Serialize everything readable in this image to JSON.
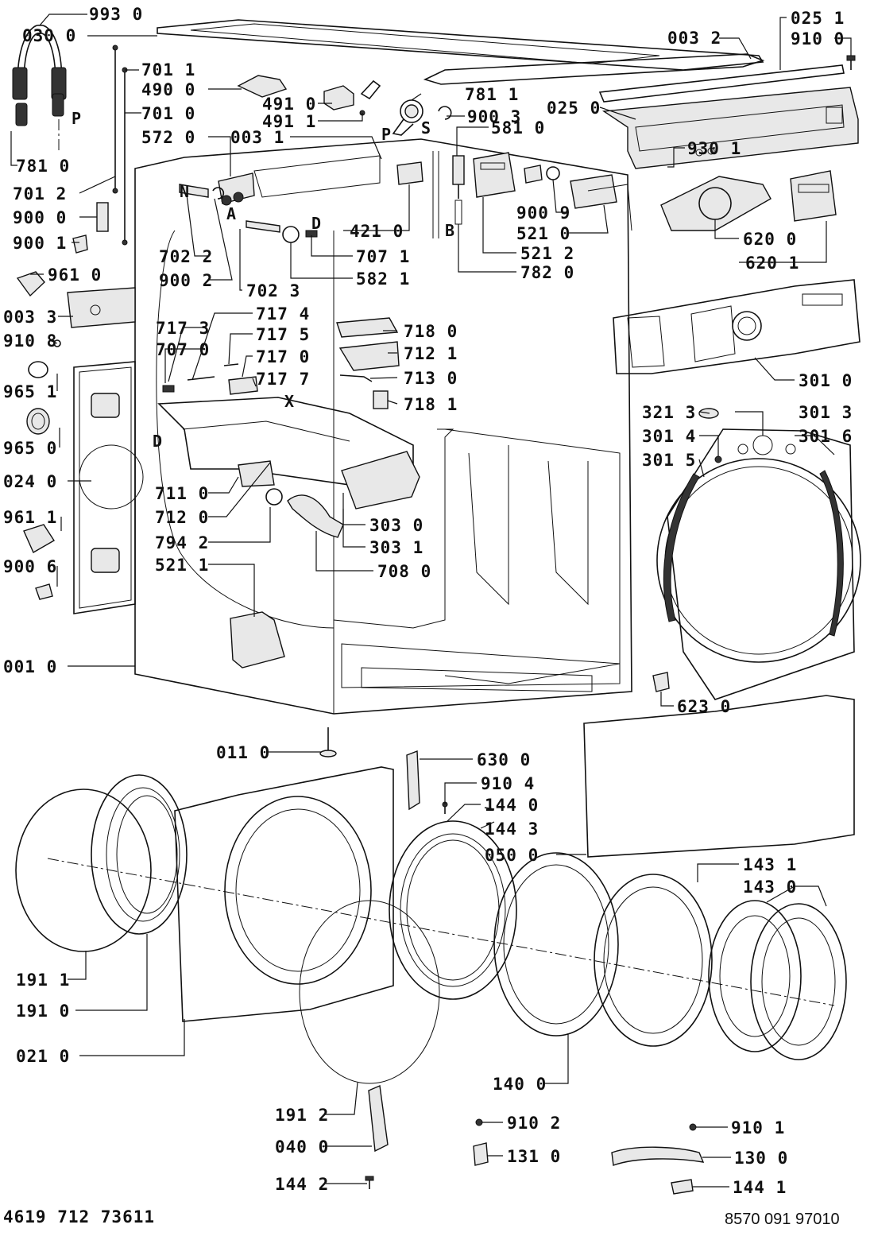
{
  "diagram": {
    "callouts": {
      "c_993_0": "993 0",
      "c_030_0": "030 0",
      "c_701_1": "701 1",
      "c_490_0": "490 0",
      "c_701_0": "701 0",
      "c_572_0": "572 0",
      "c_781_0": "781 0",
      "c_701_2": "701 2",
      "c_900_0": "900 0",
      "c_900_1": "900 1",
      "c_961_0": "961 0",
      "c_003_3": "003 3",
      "c_910_8": "910 8",
      "c_965_1": "965 1",
      "c_965_0": "965 0",
      "c_024_0": "024 0",
      "c_961_1": "961 1",
      "c_900_6": "900 6",
      "c_001_0": "001 0",
      "c_491_0": "491 0",
      "c_491_1": "491 1",
      "c_003_1": "003 1",
      "c_781_1": "781 1",
      "c_900_3": "900 3",
      "c_581_0": "581 0",
      "c_930_1": "930 1",
      "c_003_2": "003 2",
      "c_025_1": "025 1",
      "c_910_0": "910 0",
      "c_025_0": "025 0",
      "c_421_0": "421 0",
      "c_707_1": "707 1",
      "c_582_1": "582 1",
      "c_702_2": "702 2",
      "c_900_2": "900 2",
      "c_702_3": "702 3",
      "c_521_2": "521 2",
      "c_782_0": "782 0",
      "c_900_9": "900 9",
      "c_521_0": "521 0",
      "c_620_0": "620 0",
      "c_620_1": "620 1",
      "c_717_4": "717 4",
      "c_717_3": "717 3",
      "c_717_5": "717 5",
      "c_707_0": "707 0",
      "c_717_0": "717 0",
      "c_717_7": "717 7",
      "c_718_0": "718 0",
      "c_712_1": "712 1",
      "c_713_0": "713 0",
      "c_718_1": "718 1",
      "c_301_0": "301 0",
      "c_321_3": "321 3",
      "c_301_3": "301 3",
      "c_301_4": "301 4",
      "c_301_6": "301 6",
      "c_301_5": "301 5",
      "c_711_0": "711 0",
      "c_712_0": "712 0",
      "c_794_2": "794 2",
      "c_303_0": "303 0",
      "c_303_1": "303 1",
      "c_708_0": "708 0",
      "c_521_1": "521 1",
      "c_623_0": "623 0",
      "c_011_0": "011 0",
      "c_630_0": "630 0",
      "c_910_4": "910 4",
      "c_144_0": "144 0",
      "c_144_3": "144 3",
      "c_050_0": "050 0",
      "c_143_1": "143 1",
      "c_143_0": "143 0",
      "c_191_1": "191 1",
      "c_191_0": "191 0",
      "c_021_0": "021 0",
      "c_140_0": "140 0",
      "c_191_2": "191 2",
      "c_910_2": "910 2",
      "c_910_1": "910 1",
      "c_040_0": "040 0",
      "c_131_0": "131 0",
      "c_130_0": "130 0",
      "c_144_2": "144 2",
      "c_144_1": "144 1"
    },
    "letters": {
      "P1": "P",
      "P2": "P",
      "S": "S",
      "N": "N",
      "A": "A",
      "D1": "D",
      "B": "B",
      "X": "X",
      "D2": "D"
    },
    "footer_left": "4619 712 73611",
    "footer_right": "8570 091 97010"
  }
}
